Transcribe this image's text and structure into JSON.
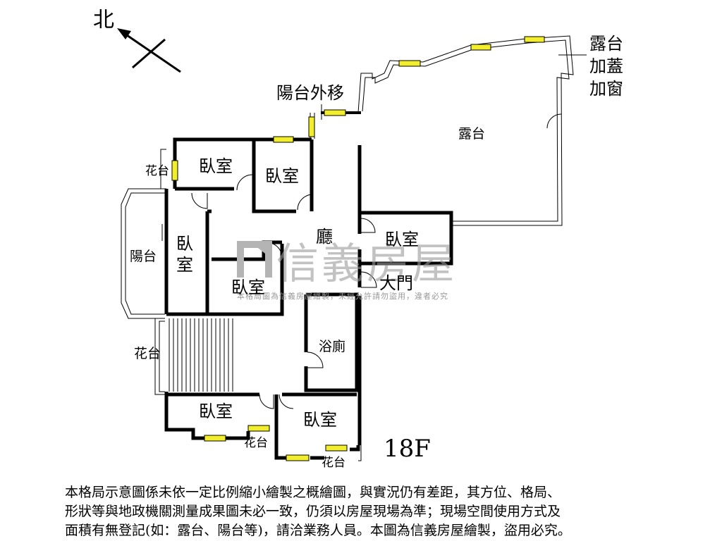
{
  "compass": {
    "north_label": "北"
  },
  "floor_label": "18F",
  "rooms": {
    "bedroom": "臥室",
    "bedroom_vertical": [
      "臥",
      "室"
    ],
    "living_room": "廳",
    "main_door": "大門",
    "bathroom": "浴廁",
    "terrace": "露台",
    "balcony": "陽台",
    "planter": "花台"
  },
  "annotations": {
    "balcony_moved_out": "陽台外移",
    "terrace_note": [
      "露台",
      "加蓋",
      "加窗"
    ]
  },
  "watermark": {
    "brand": "信義房屋",
    "notice": "本格局圖為信義房屋繪製，未經允許請勿盜用，違者必究"
  },
  "colors": {
    "wall": "#000000",
    "window": "#f2ee2c",
    "watermark": "#9a9a9a"
  },
  "disclaimer": [
    "本格局示意圖係未依一定比例縮小繪製之概繪圖，與實況仍有差距，其方位、格局、",
    "形狀等與地政機關測量成果圖未必一致，仍須以房屋現場為準；現場空間使用方式及",
    "面積有無登記(如：露台、陽台等)，請洽業務人員。本圖為信義房屋繪製，盜用必究。"
  ]
}
